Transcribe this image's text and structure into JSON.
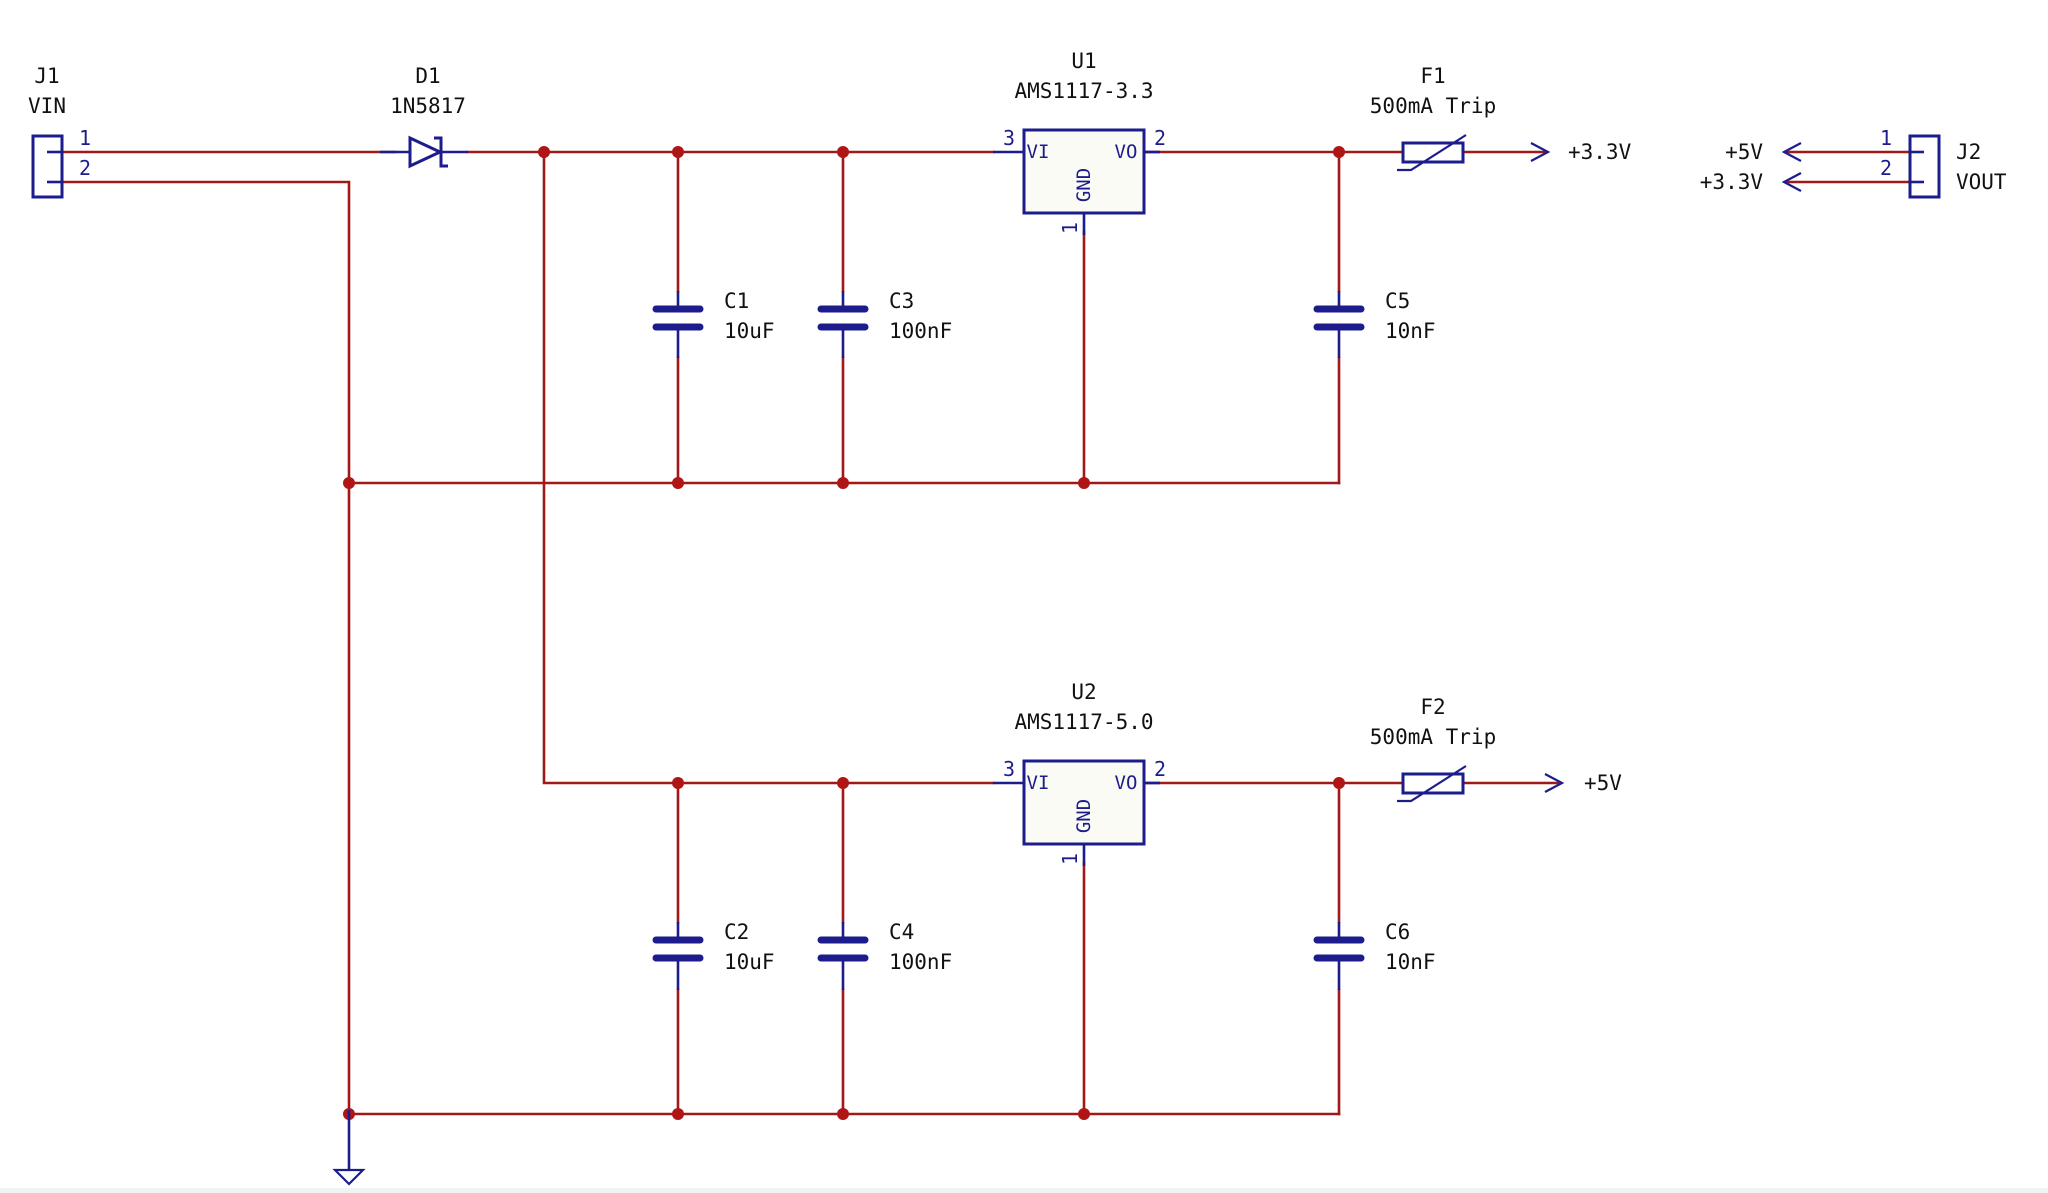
{
  "components": {
    "j1": {
      "ref": "J1",
      "value": "VIN",
      "pin1": "1",
      "pin2": "2"
    },
    "j2": {
      "ref": "J2",
      "value": "VOUT",
      "pin1": "1",
      "pin2": "2"
    },
    "d1": {
      "ref": "D1",
      "value": "1N5817"
    },
    "u1": {
      "ref": "U1",
      "value": "AMS1117-3.3",
      "pin_in": "3",
      "pin_out": "2",
      "pin_gnd": "1",
      "name_in": "VI",
      "name_out": "VO",
      "name_gnd": "GND"
    },
    "u2": {
      "ref": "U2",
      "value": "AMS1117-5.0",
      "pin_in": "3",
      "pin_out": "2",
      "pin_gnd": "1",
      "name_in": "VI",
      "name_out": "VO",
      "name_gnd": "GND"
    },
    "f1": {
      "ref": "F1",
      "value": "500mA Trip"
    },
    "f2": {
      "ref": "F2",
      "value": "500mA Trip"
    },
    "c1": {
      "ref": "C1",
      "value": "10uF"
    },
    "c2": {
      "ref": "C2",
      "value": "10uF"
    },
    "c3": {
      "ref": "C3",
      "value": "100nF"
    },
    "c4": {
      "ref": "C4",
      "value": "100nF"
    },
    "c5": {
      "ref": "C5",
      "value": "10nF"
    },
    "c6": {
      "ref": "C6",
      "value": "10nF"
    }
  },
  "nets": {
    "v33_out": "+3.3V",
    "v5_out": "+5V",
    "j2_in_5v": "+5V",
    "j2_in_33v": "+3.3V"
  }
}
